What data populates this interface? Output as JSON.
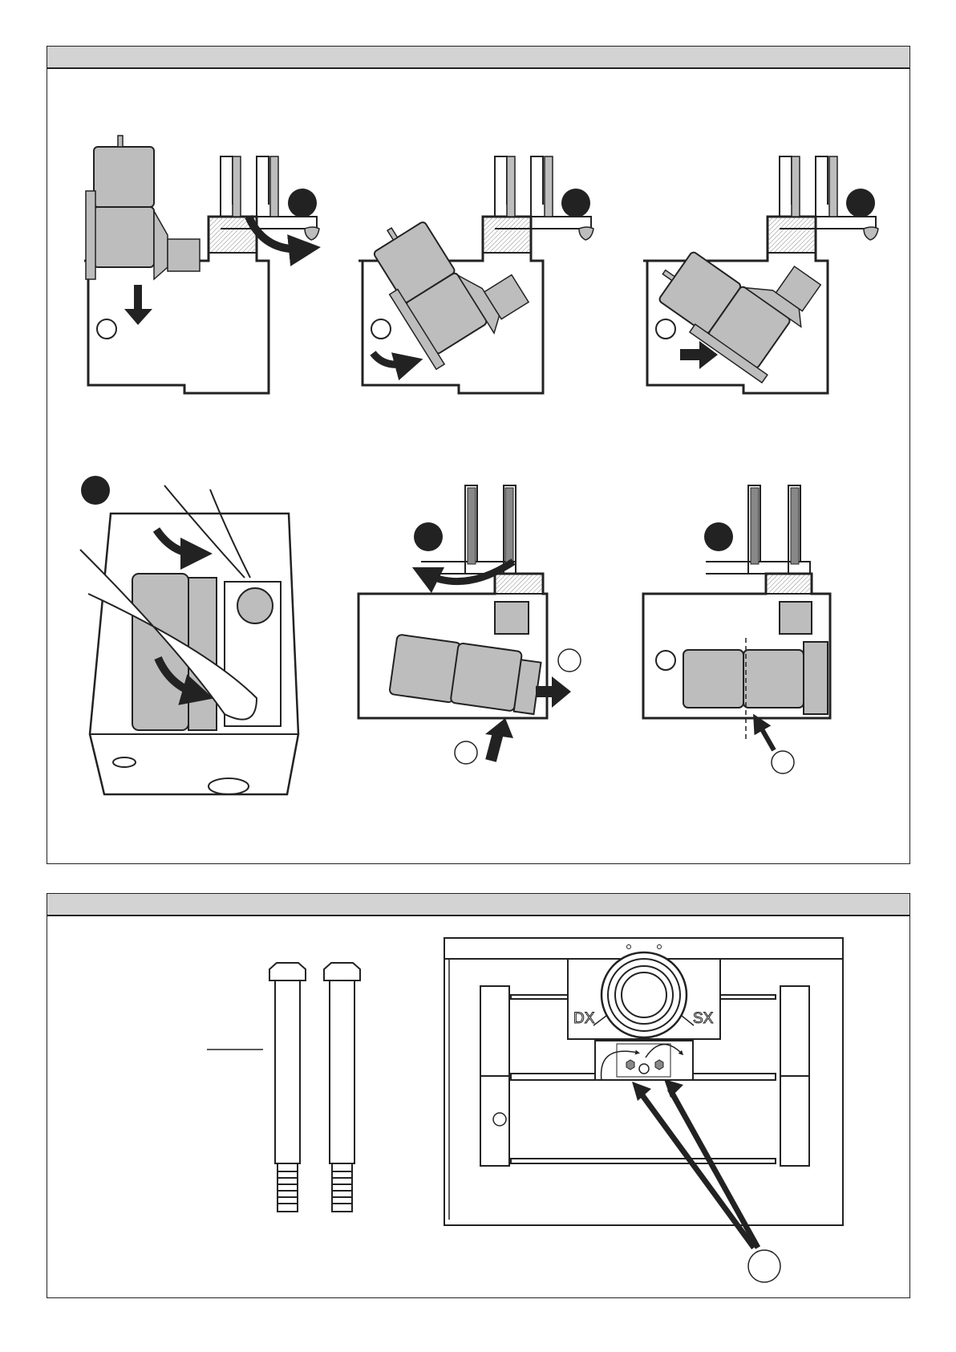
{
  "panels": [
    {
      "id": "motor-installation-steps",
      "header": ""
    },
    {
      "id": "bolts-and-adjustment",
      "header": ""
    }
  ],
  "adjustment_diagram": {
    "left_label": "DX",
    "right_label": "SX"
  },
  "colors": {
    "header_bar": "#d3d3d3",
    "part_fill": "#bdbdbd",
    "line": "#222222"
  }
}
